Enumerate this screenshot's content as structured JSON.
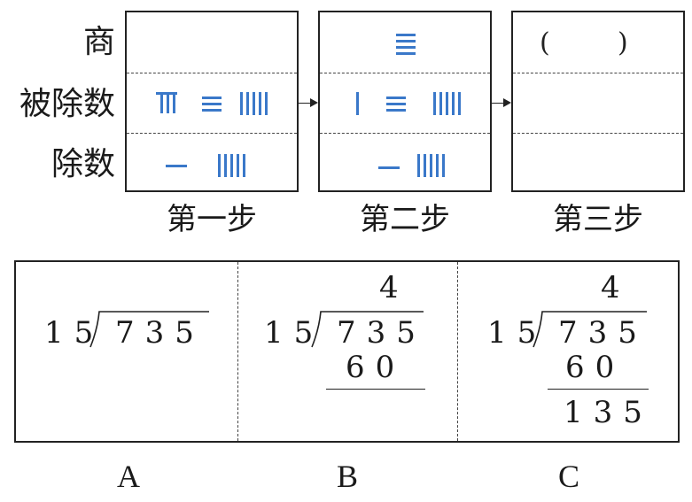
{
  "rod_diagram": {
    "row_labels": {
      "quotient": "商",
      "dividend": "被除数",
      "divisor": "除数"
    },
    "steps": [
      {
        "label": "第一步",
        "quotient": "",
        "dividend": "735",
        "divisor": "15"
      },
      {
        "label": "第二步",
        "quotient": "4",
        "dividend": "135",
        "divisor": "15"
      },
      {
        "label": "第三步",
        "quotient_blank": "(        )",
        "dividend": "",
        "divisor": ""
      }
    ],
    "rod_color": "#3a78c9"
  },
  "long_division": {
    "options": [
      {
        "letter": "A",
        "divisor": "15",
        "dividend": "735",
        "quotient": "",
        "product": "",
        "remainder": ""
      },
      {
        "letter": "B",
        "divisor": "15",
        "dividend": "735",
        "quotient": "4",
        "product": "60",
        "remainder": ""
      },
      {
        "letter": "C",
        "divisor": "15",
        "dividend": "735",
        "quotient": "4",
        "product": "60",
        "remainder": "135"
      }
    ]
  }
}
